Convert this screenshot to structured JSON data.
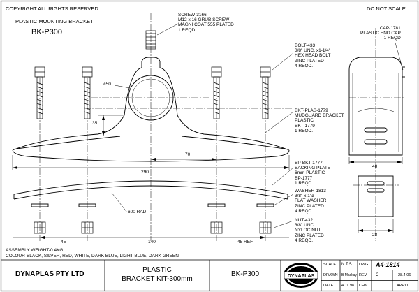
{
  "header": {
    "copyright": "COPYRIGHT ALL RIGHTS RESERVED",
    "do_not_scale": "DO NOT SCALE",
    "subtitle": "PLASTIC MOUNTING BRACKET",
    "part_code": "BK-P300"
  },
  "callouts": {
    "screw": [
      "SCREW-3166",
      "M12 x 16 GRUB SCREW",
      "MAGNI COAT 555 PLATED",
      "1 REQD."
    ],
    "cap": [
      "CAP-1781",
      "PLASTIC END CAP",
      "1 REQD"
    ],
    "bolt": [
      "BOLT-433",
      "3/8\" UNC. x1-1/4\"",
      "HEX HEAD BOLT",
      "ZINC PLATED",
      "4 REQD."
    ],
    "bracket": [
      "BKT-PLAS-1779",
      "MUDGUARD BRACKET",
      "PLASTIC",
      "BKT-1779",
      "1 REQD."
    ],
    "backing": [
      "BP-BKT-1777",
      "BACKING PLATE",
      "6mm PLASTIC",
      "BP-1777",
      "1 REQD."
    ],
    "washer": [
      "WASHER-1813",
      "3/8\" x 1\"ø",
      "FLAT WASHER",
      "ZINC PLATED",
      "4 REQD."
    ],
    "nut": [
      "NUT-432",
      "3/8\" UNC.",
      "NYLOC NUT",
      "ZINC PLATED",
      "4 REQD."
    ]
  },
  "dimensions": {
    "dia": "#50",
    "d35": "35",
    "d70": "70",
    "d290": "290",
    "d600": "600 RAD",
    "d45a": "45",
    "d140": "140",
    "d45b": "45 REF",
    "d48": "48",
    "d28": "28"
  },
  "notes": {
    "weight": "ASSEMBLY WEIGHT-0.4KG",
    "colour": "COLOUR-BLACK, SILVER, RED, WHITE, DARK BLUE, LIGHT BLUE, DARK GREEN"
  },
  "title_block": {
    "company": "DYNAPLAS PTY LTD",
    "title_line1": "PLASTIC",
    "title_line2": "BRACKET KIT-300mm",
    "part": "BK-P300",
    "logo_text": "DYNAPLAS",
    "scale_label": "SCALE",
    "scale_value": "N.T.S.",
    "drawn_label": "DRAWN",
    "drawn_value": "B Mackay",
    "date_label": "DATE",
    "date_value": "4.11.98",
    "dwg_label": "DWG",
    "dwg_value": "A4-1814",
    "rev_label": "REV",
    "rev_value": "C",
    "rev_date": "28.4.06",
    "chk_label": "CHK",
    "appd_label": "APP'D"
  }
}
